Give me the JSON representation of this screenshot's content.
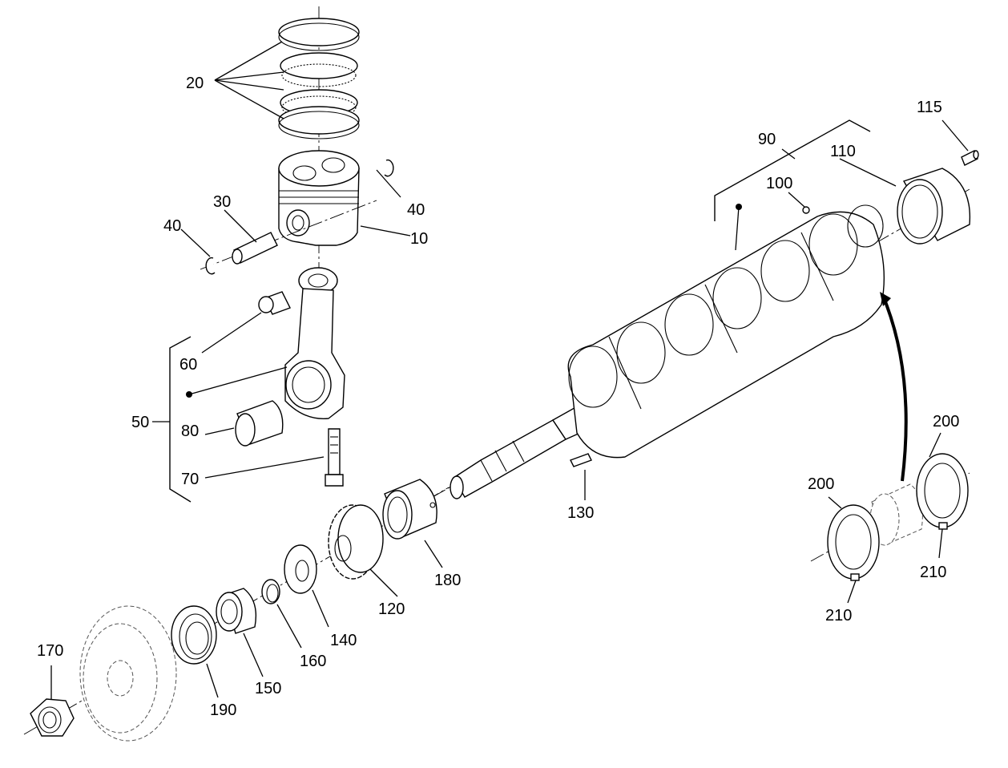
{
  "diagram": {
    "callouts": {
      "c10": "10",
      "c20": "20",
      "c30": "30",
      "c40_left": "40",
      "c40_right": "40",
      "c50": "50",
      "c60": "60",
      "c70": "70",
      "c80": "80",
      "c90": "90",
      "c100": "100",
      "c110": "110",
      "c115": "115",
      "c120": "120",
      "c130": "130",
      "c140": "140",
      "c150": "150",
      "c160": "160",
      "c170": "170",
      "c180": "180",
      "c190": "190",
      "c200_left": "200",
      "c200_right": "200",
      "c210_left": "210",
      "c210_right": "210"
    }
  }
}
